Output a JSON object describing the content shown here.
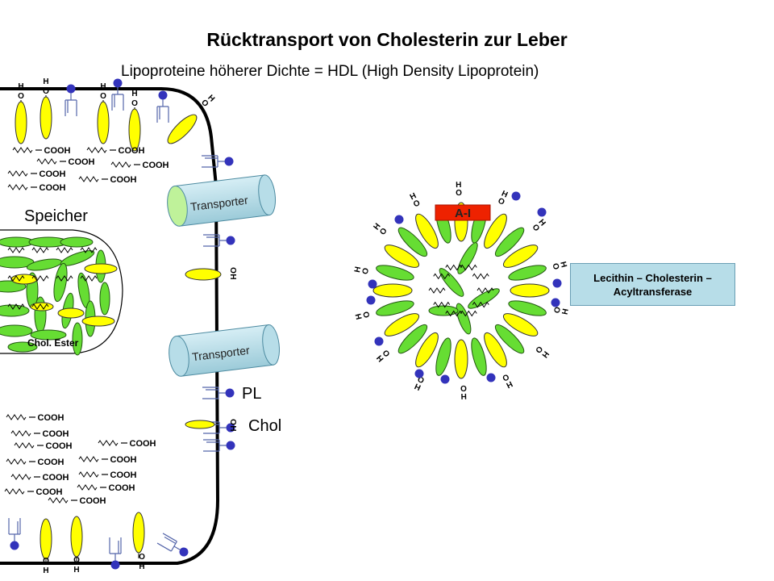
{
  "title": "Rücktransport von Cholesterin zur Leber",
  "subtitle": "Lipoproteine höherer Dichte = HDL (High Density Lipoprotein)",
  "cell": {
    "storage_label": "Speicher",
    "storage_ester_label": "Chol. Ester",
    "transporter_label": "Transporter",
    "pl_label": "PL",
    "chol_label": "Chol",
    "cooh_label": "COOH",
    "hydroxyl_h": "H",
    "hydroxyl_o": "O"
  },
  "hdl": {
    "apoprotein_label": "A-I"
  },
  "enzyme": {
    "line1": "Lecithin – Cholesterin –",
    "line2": "Acyltransferase"
  },
  "colors": {
    "cholesterol_yellow": "#ffff00",
    "ester_green": "#66dd33",
    "phospholipid_head": "#3333bb",
    "phospholipid_tail": "#5566aa",
    "transporter_fill": "#b7dde8",
    "apoprotein_red": "#ee2200",
    "enzyme_box": "#b7dde8"
  }
}
